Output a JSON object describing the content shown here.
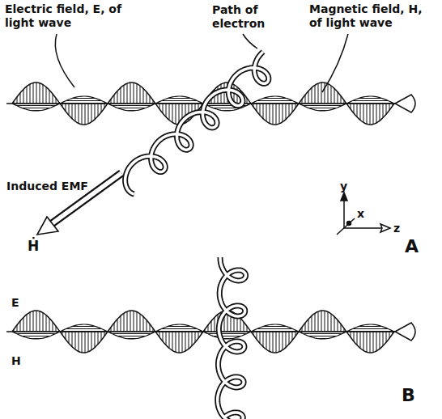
{
  "diagram": {
    "labels": [
      "Electric field, E, of light wave",
      "Path of electron",
      "Magnetic field, H, of light wave",
      "Induced EMF",
      "Ḣ",
      "y",
      "x",
      "z",
      "A",
      "E",
      "H",
      "B"
    ]
  }
}
